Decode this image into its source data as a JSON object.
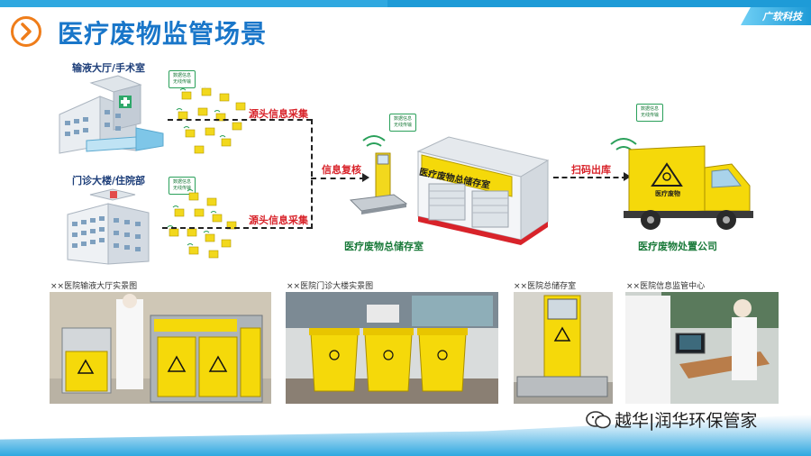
{
  "brand": "广软科技",
  "title": "医疗废物监管场景",
  "diagram": {
    "source_1": "输液大厅/手术室",
    "source_2": "门诊大楼/住院部",
    "wifi_tag": "数据信息\n无线传输",
    "collect_1": "源头信息采集",
    "collect_2": "源头信息采集",
    "recheck": "信息复核",
    "storage_sign": "医疗废物总储存室",
    "storage_label": "医疗废物总储存室",
    "scan_out": "扫码出库",
    "disposal_label": "医疗废物处置公司",
    "truck_text": "医疗废物"
  },
  "photos": {
    "caption_1": "××医院输液大厅实景图",
    "caption_2": "××医院门诊大楼实景图",
    "caption_3": "××医院总储存室",
    "caption_4": "××医院信息监管中心"
  },
  "watermark": "越华|润华环保管家",
  "colors": {
    "title": "#1976c9",
    "accent_orange": "#ef7d1a",
    "red_label": "#d8232a",
    "bin_yellow": "#f5d90a"
  }
}
